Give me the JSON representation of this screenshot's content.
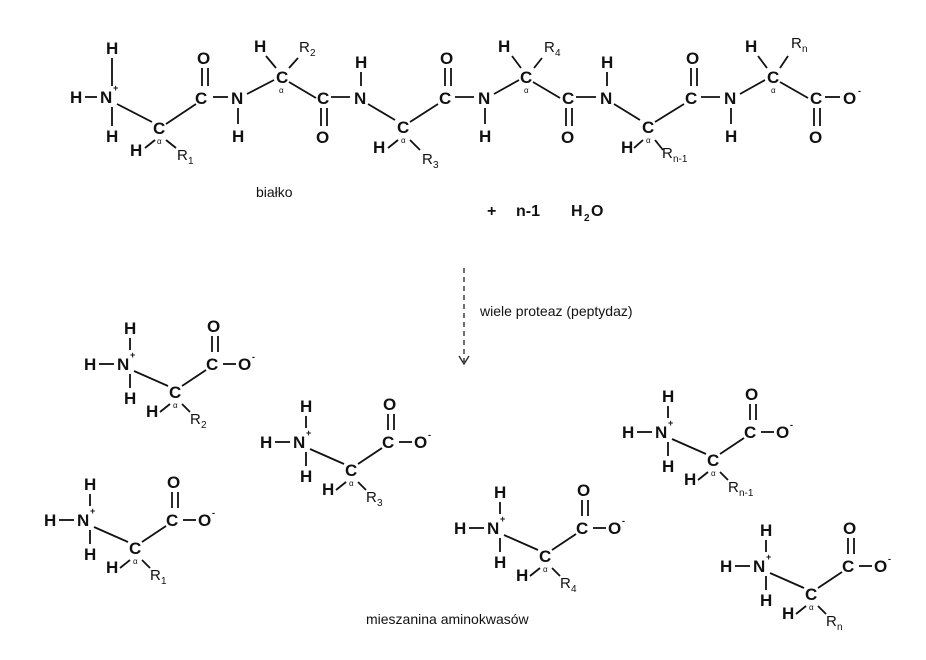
{
  "atoms": {
    "h": "H",
    "n": "N",
    "c": "C",
    "o": "O",
    "plus": "+",
    "minus": "-",
    "alpha": "α",
    "r": "R"
  },
  "subscripts": [
    "1",
    "2",
    "3",
    "4",
    "n-1",
    "n"
  ],
  "labels": {
    "protein": "białko",
    "water_plus": "+",
    "water_coeff": "n-1",
    "water_h": "H",
    "water_sub": "2",
    "water_o": "O",
    "enzyme": "wiele proteaz (peptydaz)",
    "mixture": "mieszanina aminokwasów"
  }
}
